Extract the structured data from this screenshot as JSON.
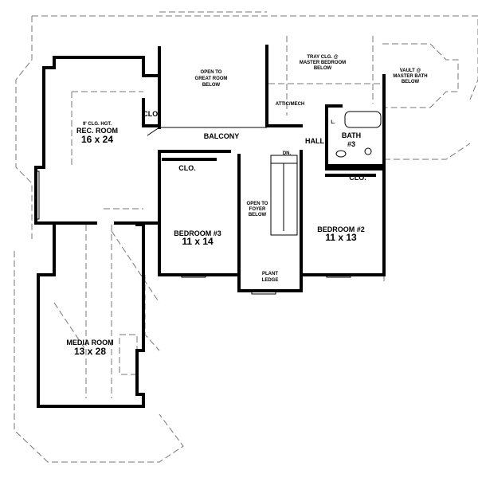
{
  "plan": {
    "great_room": [
      "OPEN TO",
      "GREAT ROOM",
      "BELOW"
    ],
    "tray": [
      "TRAY CLG. @",
      "MASTER BEDROOM",
      "BELOW"
    ],
    "vault": [
      "VAULT @",
      "MASTER BATH",
      "BELOW"
    ],
    "attic": "ATTIC/MECH",
    "clo_rec": "CLO.",
    "rec_room": {
      "note": "9' CLG. HGT.",
      "name": "REC. ROOM",
      "size": "16 x 24"
    },
    "balcony": "BALCONY",
    "hall": "HALL",
    "bath3": [
      "BATH",
      "#3"
    ],
    "linen": "L.",
    "dn": "DN.",
    "clo_bed3": "CLO.",
    "clo_bed2": "CLO.",
    "foyer": [
      "OPEN TO",
      "FOYER",
      "BELOW"
    ],
    "bedroom3": {
      "name": "BEDROOM #3",
      "size": "11 x 14"
    },
    "bedroom2": {
      "name": "BEDROOM #2",
      "size": "11 x 13"
    },
    "plant_ledge": [
      "PLANT",
      "LEDGE"
    ],
    "media_room": {
      "name": "MEDIA ROOM",
      "size": "13 x 28"
    }
  }
}
